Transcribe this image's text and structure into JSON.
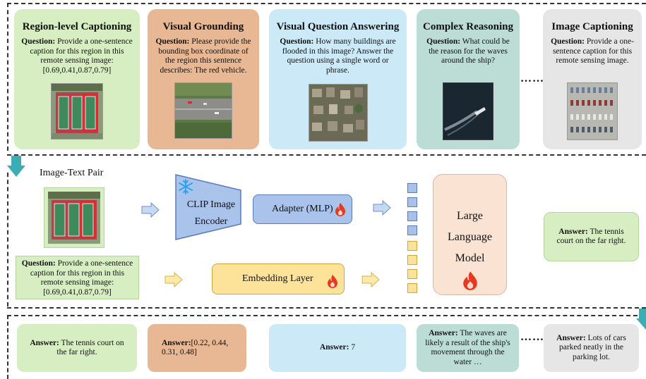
{
  "tasks": [
    {
      "title": "Region-level Captioning",
      "q_label": "Question:",
      "q_text": "Provide a one-sentence caption for this region in this remote sensing image:[0.69,0.41,0.87,0.79]"
    },
    {
      "title": "Visual Grounding",
      "q_label": "Question:",
      "q_text": "Please provide the bounding box coordinate of the region this sentence describes: The red vehicle."
    },
    {
      "title": "Visual Question Answering",
      "q_label": "Question:",
      "q_text": "How many buildings are flooded in this image? Answer the question using a single word or phrase."
    },
    {
      "title": "Complex Reasoning",
      "q_label": "Question:",
      "q_text": "What could be the reason for the waves around the ship?"
    },
    {
      "title": "Image Captioning",
      "q_label": "Question:",
      "q_text": "Provide a one-sentence caption for this remote sensing image."
    }
  ],
  "ellipsis": "……",
  "pipeline": {
    "pair_title": "Image-Text Pair",
    "question_label": "Question:",
    "question_text": "Provide a one-sentence caption for this region in this remote sensing image:[0.69,0.41,0.87,0.79]",
    "clip_line1": "CLIP Image",
    "clip_line2": "Encoder",
    "adapter": "Adapter (MLP)",
    "embedding": "Embedding Layer",
    "llm_line1": "Large",
    "llm_line2": "Language",
    "llm_line3": "Model",
    "answer_label": "Answer:",
    "answer_text": "The tennis court on the far right."
  },
  "answers": [
    {
      "label": "Answer:",
      "text": "The tennis court on the far right."
    },
    {
      "label": "Answer:",
      "text": "[0.22, 0.44, 0.31, 0.48]"
    },
    {
      "label": "Answer:",
      "text": "7"
    },
    {
      "label": "Answer:",
      "text": "The waves are likely a result of the ship's movement through the water …"
    },
    {
      "label": "Answer:",
      "text": "Lots of cars parked neatly in the parking lot."
    }
  ],
  "colors": {
    "green": "#d6eec2",
    "orange": "#e8b894",
    "blue": "#cce9f8",
    "teal": "#bcdcd6",
    "gray": "#e6e6e6",
    "clip": "#a9c3ea",
    "embedding": "#fde39a",
    "llm": "#fbe3d4",
    "teal_arrow": "#3aaeb4"
  },
  "icons": [
    "snowflake-icon",
    "flame-icon",
    "down-arrow-icon"
  ]
}
